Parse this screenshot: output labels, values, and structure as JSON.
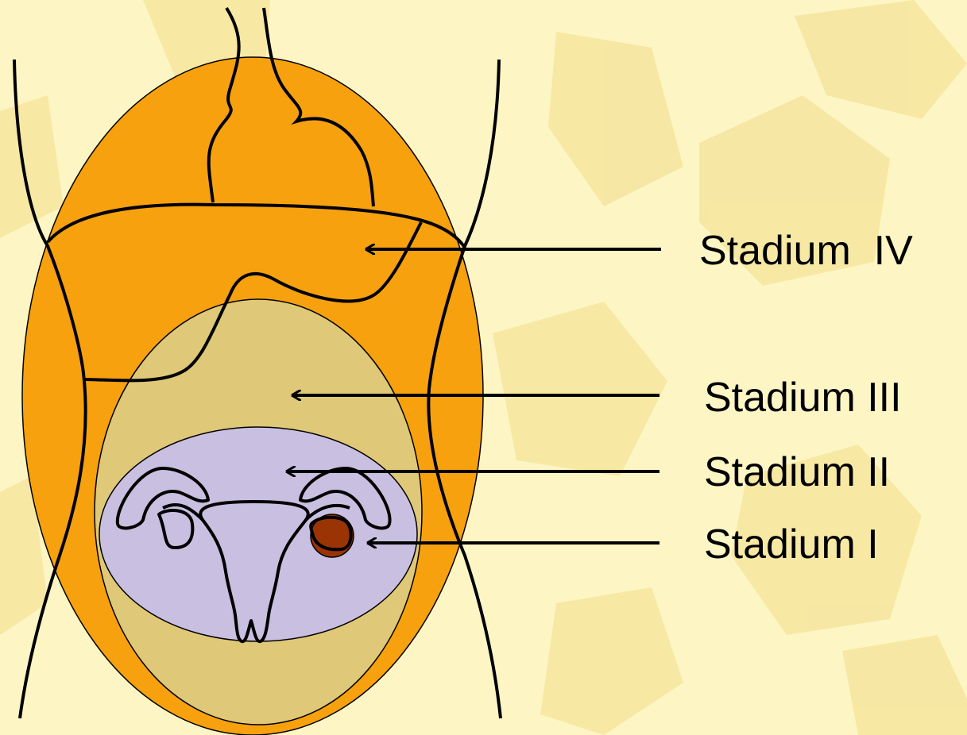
{
  "colors": {
    "background": "#fdf6c4",
    "background_pattern": "#f3dc8a",
    "stage_iv_fill": "#f6a10d",
    "stage_iii_fill": "#dfc877",
    "stage_ii_fill": "#c9bfe0",
    "stage_i_fill": "#9a3405",
    "outline": "#000000"
  },
  "labels": {
    "stage_iv": "Stadium  IV",
    "stage_iii": "Stadium III",
    "stage_ii": "Stadium II",
    "stage_i": "Stadium I"
  }
}
